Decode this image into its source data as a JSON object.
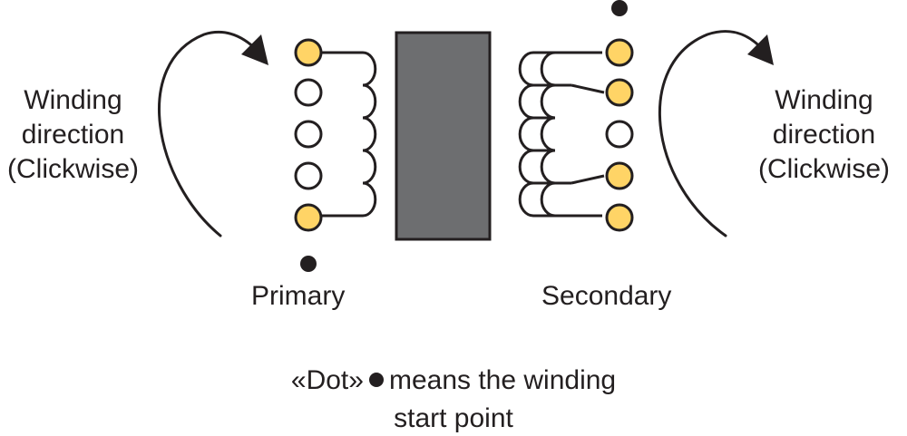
{
  "labels": {
    "left_direction": [
      "Winding",
      "direction",
      "(Clickwise)"
    ],
    "right_direction": [
      "Winding",
      "direction",
      "(Clickwise)"
    ],
    "primary": "Primary",
    "secondary": "Secondary",
    "legend_before": "«Dot»",
    "legend_after": "means the winding",
    "legend_line2": "start point"
  },
  "colors": {
    "ink": "#231f20",
    "core": "#6d6e70",
    "pin_active": "#ffd466",
    "pin_idle": "#ffffff"
  },
  "primary_pins": [
    "active",
    "idle",
    "idle",
    "idle",
    "active"
  ],
  "secondary_pins": [
    "active",
    "active",
    "idle",
    "active",
    "active"
  ]
}
